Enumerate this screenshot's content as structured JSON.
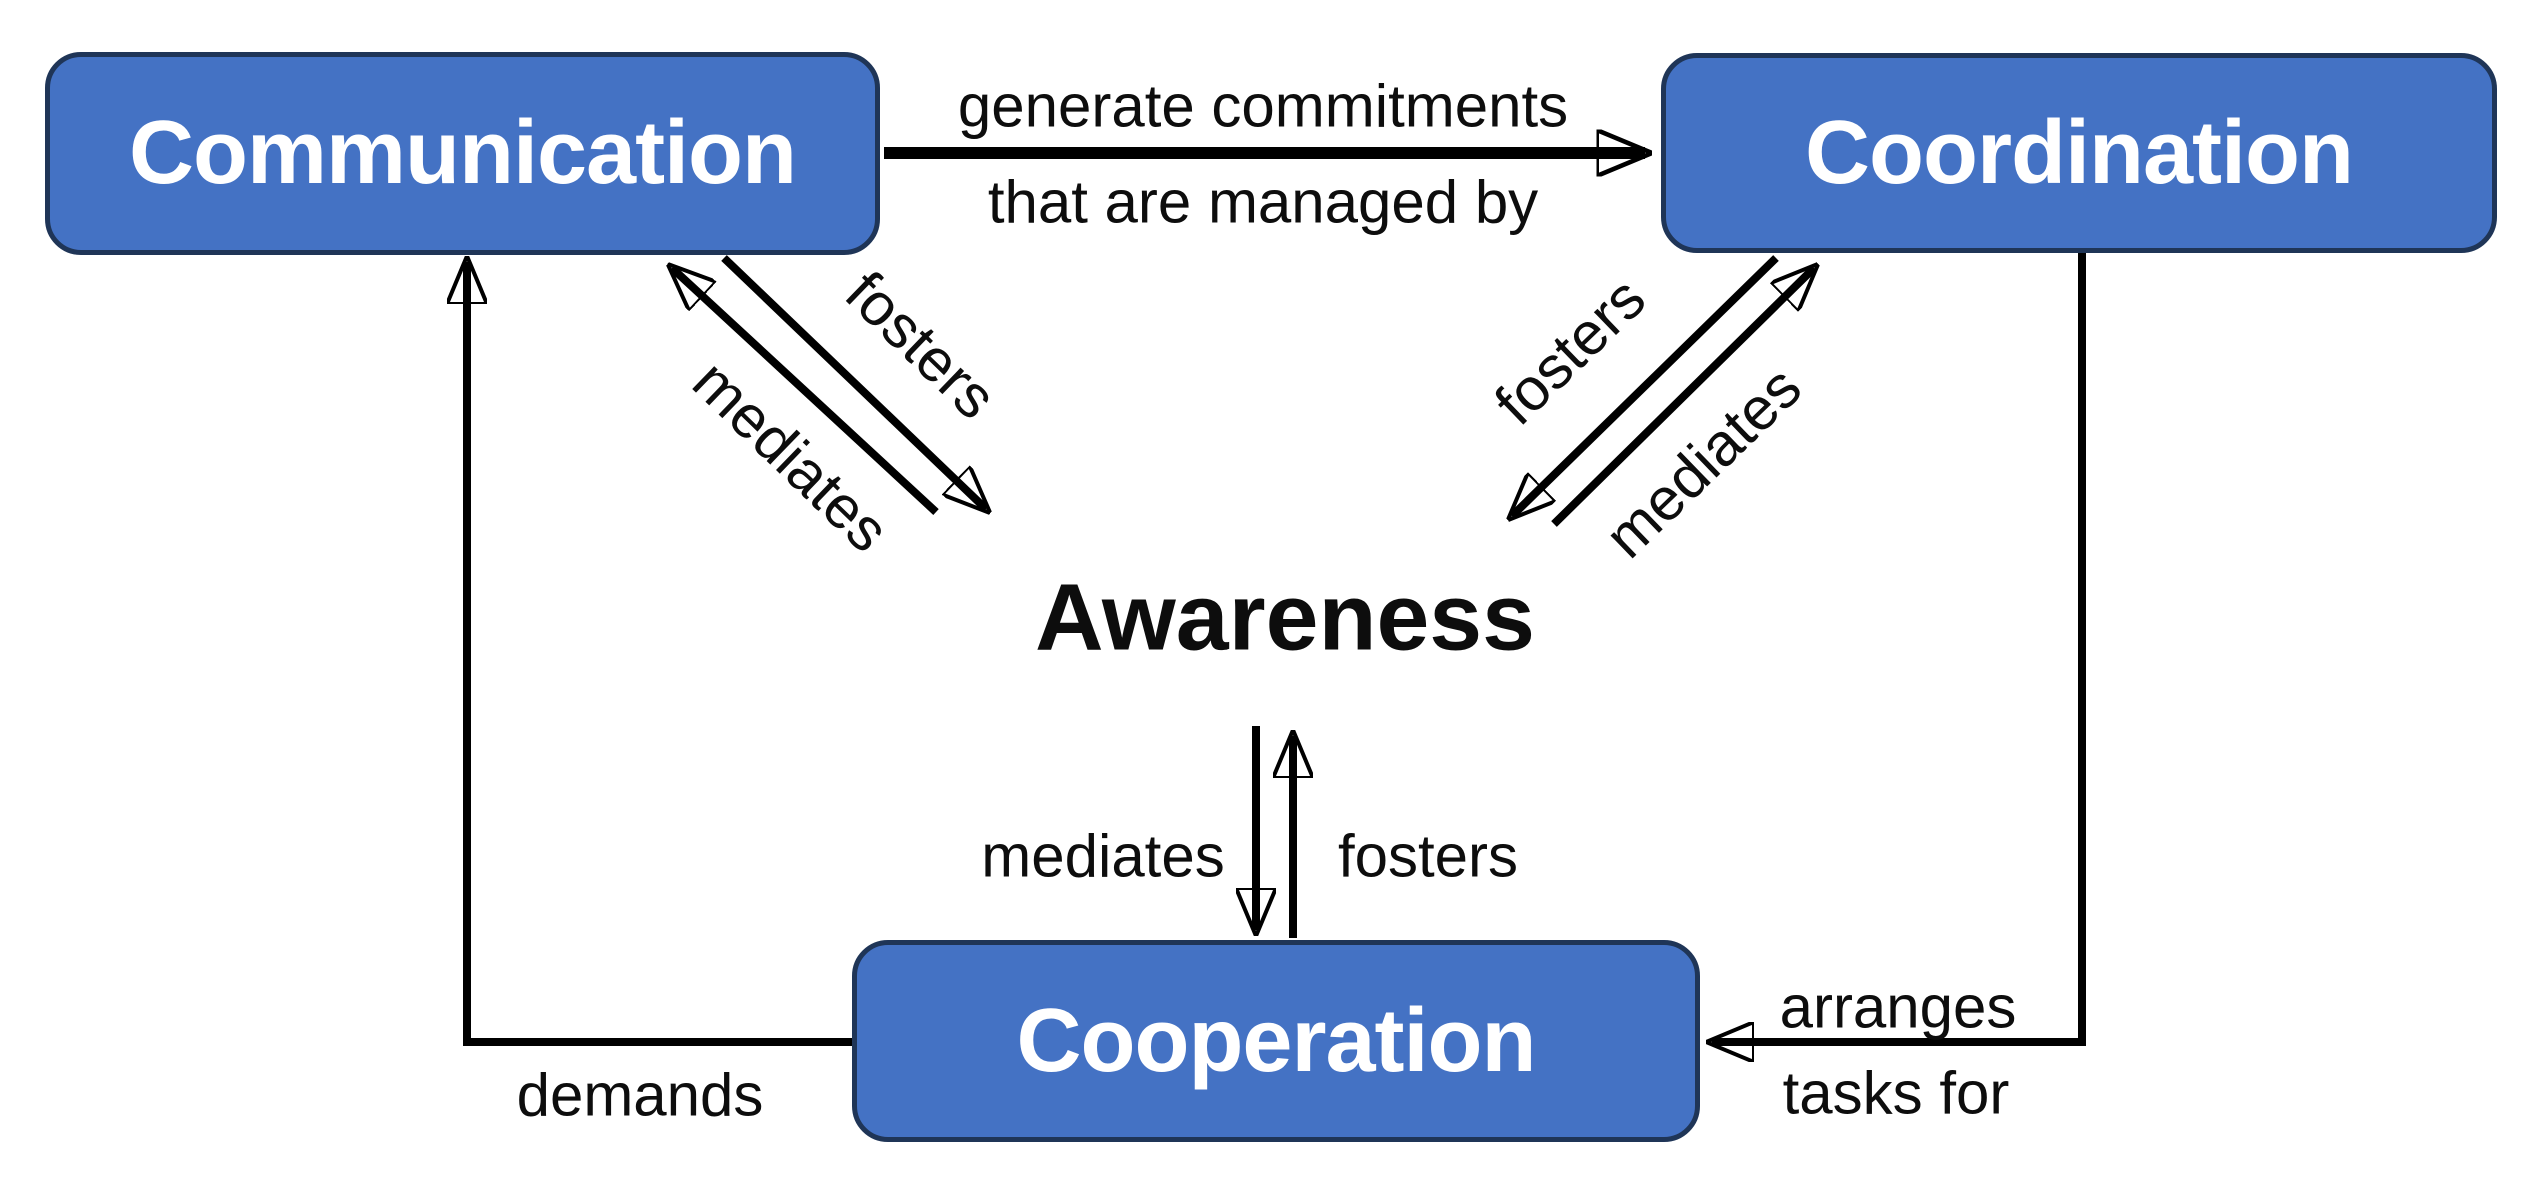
{
  "colors": {
    "node_fill": "#4472c4",
    "node_border": "#1f3557",
    "node_text": "#ffffff",
    "edge_line": "#000000",
    "edge_text": "#0d0d0d",
    "background": "#ffffff"
  },
  "nodes": {
    "communication": {
      "label": "Communication"
    },
    "coordination": {
      "label": "Coordination"
    },
    "cooperation": {
      "label": "Cooperation"
    },
    "awareness": {
      "label": "Awareness"
    }
  },
  "edges": {
    "communication_to_coordination": {
      "label_line1": "generate commitments",
      "label_line2": "that are managed by"
    },
    "cooperation_to_communication": {
      "label": "demands"
    },
    "coordination_to_cooperation": {
      "label_line1": "arranges",
      "label_line2": "tasks for"
    },
    "communication_to_awareness": {
      "label": "fosters"
    },
    "awareness_to_communication": {
      "label": "mediates"
    },
    "coordination_to_awareness": {
      "label": "fosters"
    },
    "awareness_to_coordination": {
      "label": "mediates"
    },
    "awareness_to_cooperation": {
      "label": "mediates"
    },
    "cooperation_to_awareness": {
      "label": "fosters"
    }
  }
}
